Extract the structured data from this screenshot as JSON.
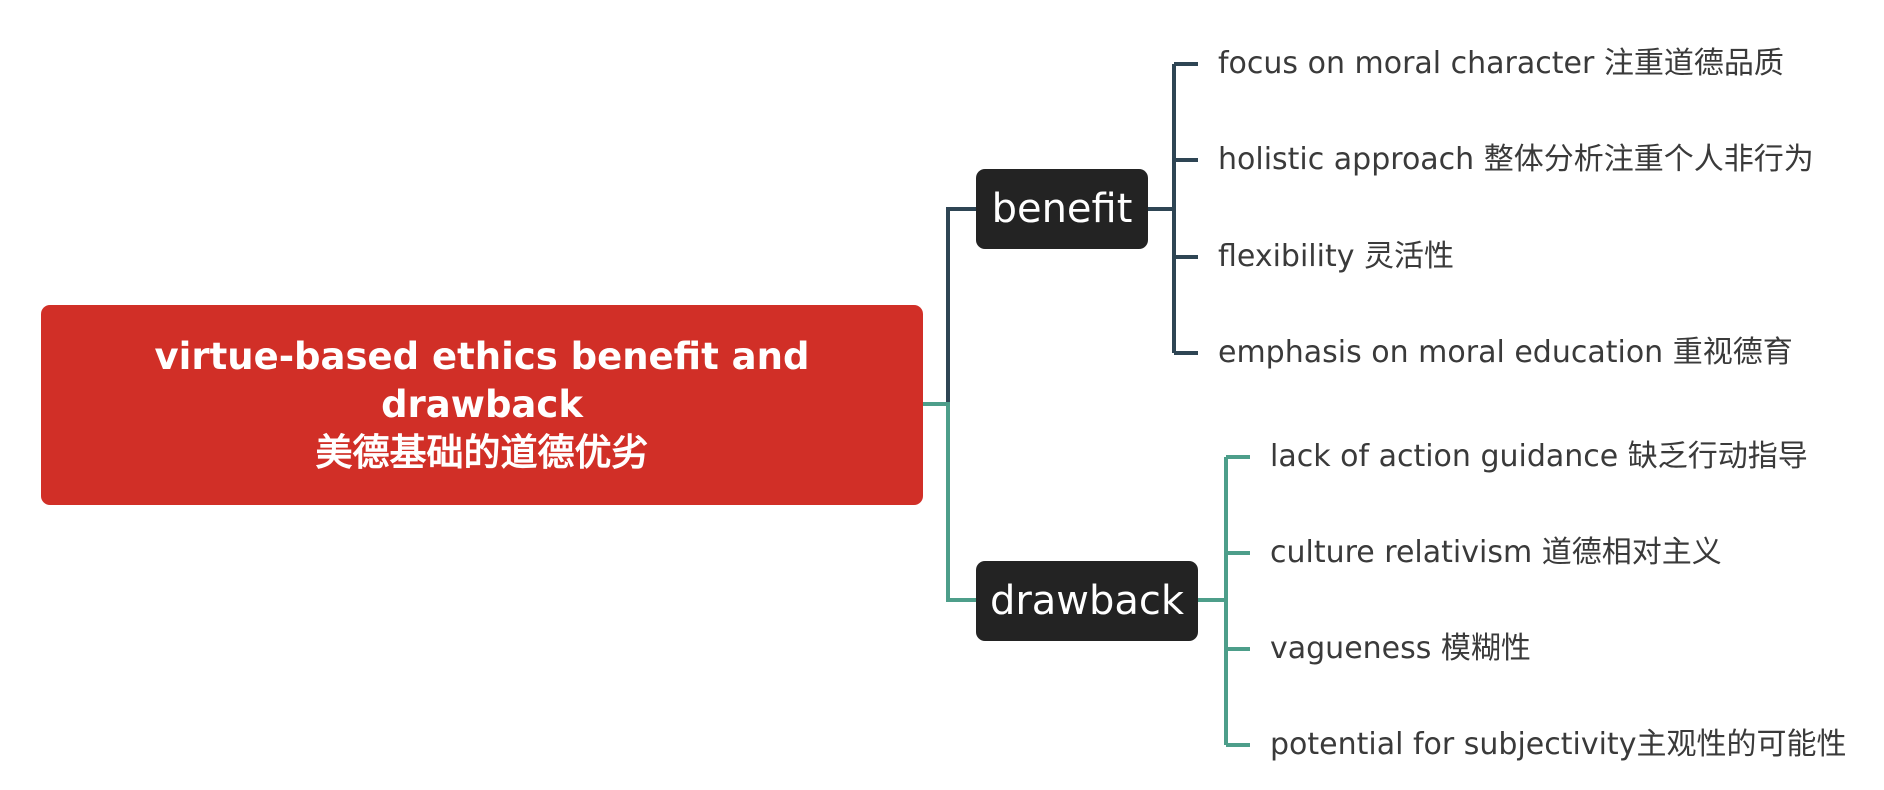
{
  "root": {
    "title_line1": "virtue-based ethics benefit and drawback",
    "title_line2": "美德基础的道德优劣"
  },
  "branches": {
    "benefit": {
      "label": "benefit",
      "color": "#2e4554",
      "items": [
        "focus on moral character 注重道德品质",
        "holistic approach 整体分析注重个人非行为",
        "flexibility 灵活性",
        "emphasis on moral education 重视德育"
      ]
    },
    "drawback": {
      "label": "drawback",
      "color": "#4d9e8a",
      "items": [
        "lack of action guidance 缺乏行动指导",
        "culture relativism 道德相对主义",
        "vagueness 模糊性",
        "potential for subjectivity主观性的可能性"
      ]
    }
  }
}
